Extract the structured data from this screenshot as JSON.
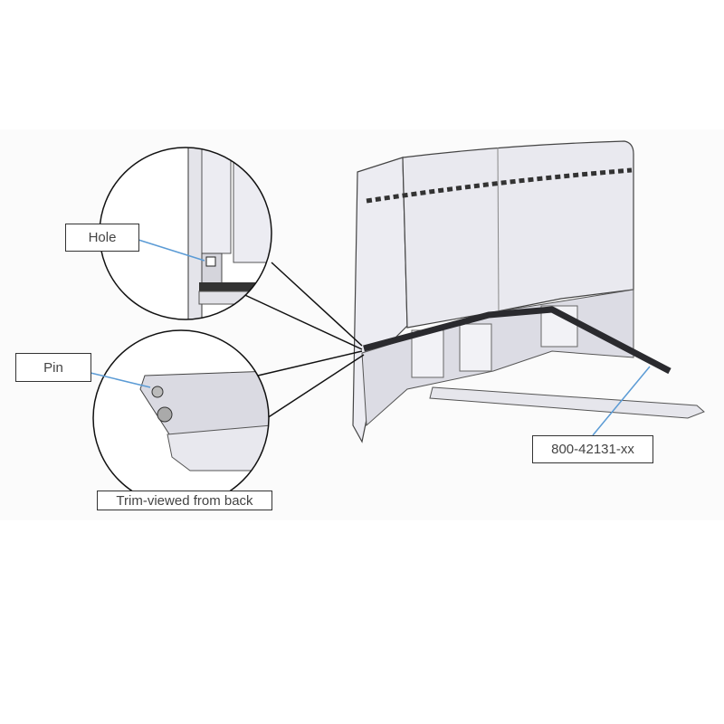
{
  "callouts": {
    "hole": "Hole",
    "pin": "Pin",
    "trim_caption": "Trim-viewed from back",
    "part_number": "800-42131-xx"
  },
  "colors": {
    "leader_arrow": "#5b9bd5",
    "panel": "#e9e9ef",
    "trim": "#2a2a2e"
  }
}
